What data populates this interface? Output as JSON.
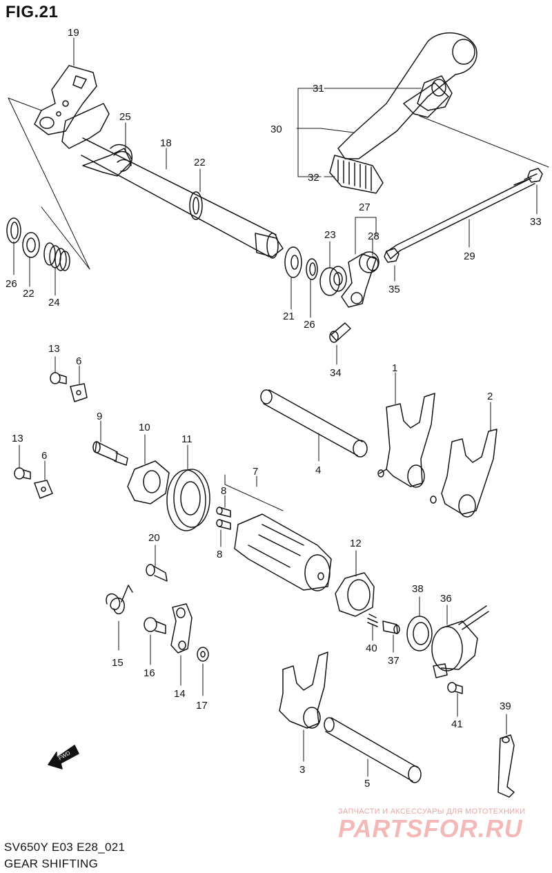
{
  "figure_label": "FIG.21",
  "model_code": "SV650Y E03 E28_021",
  "section_title": "GEAR SHIFTING",
  "fwd_label": "FWD",
  "watermark": {
    "tagline": "ЗАПЧАСТИ И АКСЕССУАРЫ ДЛЯ МОТОТЕХНИКИ",
    "brand": "PARTSFOR.RU"
  },
  "callouts": {
    "p1": "1",
    "p2": "2",
    "p3": "3",
    "p4": "4",
    "p5": "5",
    "p6a": "6",
    "p6b": "6",
    "p7": "7",
    "p8a": "8",
    "p8b": "8",
    "p9": "9",
    "p10": "10",
    "p11": "11",
    "p12": "12",
    "p13a": "13",
    "p13b": "13",
    "p14": "14",
    "p15": "15",
    "p16": "16",
    "p17": "17",
    "p18": "18",
    "p19": "19",
    "p20": "20",
    "p21": "21",
    "p22a": "22",
    "p22b": "22",
    "p23": "23",
    "p24": "24",
    "p25": "25",
    "p26a": "26",
    "p26b": "26",
    "p27": "27",
    "p28": "28",
    "p29": "29",
    "p30": "30",
    "p31": "31",
    "p32": "32",
    "p33": "33",
    "p34": "34",
    "p35": "35",
    "p36": "36",
    "p37": "37",
    "p38": "38",
    "p39": "39",
    "p40": "40",
    "p41": "41"
  },
  "colors": {
    "line": "#111111",
    "watermark": "#f3b9b9"
  }
}
